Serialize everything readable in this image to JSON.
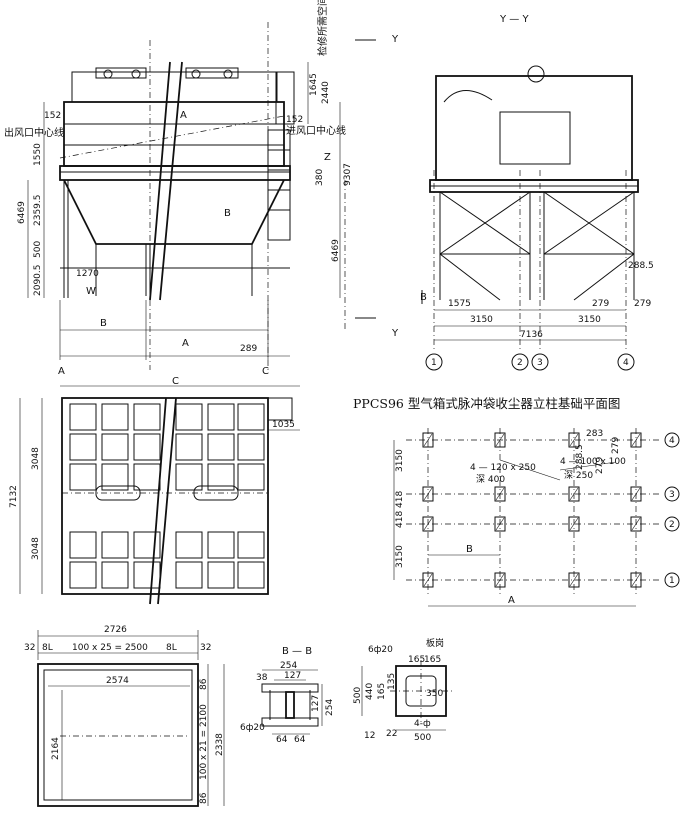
{
  "title": "PPCS96 型气箱式脉冲袋收尘器立柱基础平面图",
  "front_view": {
    "notes": [
      "检修所需空间",
      "出风口中心线",
      "进风口中心线"
    ],
    "dims": [
      "1645",
      "2440",
      "152",
      "152",
      "1550",
      "2359.5",
      "6469",
      "500",
      "2090.5",
      "1270",
      "380",
      "9307",
      "6469",
      "289"
    ],
    "letters": [
      "Y",
      "Y",
      "A",
      "Z",
      "B",
      "W",
      "B",
      "A",
      "A",
      "C"
    ]
  },
  "section_yy": {
    "title": "Y — Y",
    "dims": [
      "288.5",
      "1575",
      "279",
      "279",
      "3150",
      "3150",
      "7136"
    ],
    "axis_labels": [
      "1",
      "2",
      "3",
      "4"
    ],
    "cut_mark": "B"
  },
  "plan_view": {
    "dims": [
      "3048",
      "7132",
      "3048",
      "1035"
    ],
    "letter": "C"
  },
  "foundation_plan": {
    "dims": [
      "3150",
      "418",
      "418",
      "3150",
      "283",
      "279",
      "288.5",
      "279"
    ],
    "notes": [
      "4 — 120 x 250",
      "深 400",
      "4 — 100 x 100",
      "深 250"
    ],
    "letters": [
      "B",
      "A"
    ],
    "axis_labels": [
      "4",
      "3",
      "2",
      "1"
    ]
  },
  "frame_detail": {
    "dims": [
      "2726",
      "32",
      "8L",
      "100 x 25 = 2500",
      "8L",
      "32",
      "2574",
      "86",
      "2164",
      "100 x 21 = 2100",
      "2338",
      "86"
    ]
  },
  "section_bb": {
    "title": "B — B",
    "dims": [
      "254",
      "127",
      "38",
      "127",
      "254",
      "6ф20",
      "64",
      "64"
    ]
  },
  "plate_detail": {
    "title": "板岗",
    "dims": [
      "6ф20",
      "165",
      "165",
      "500",
      "440",
      "165",
      "135",
      "350",
      "4-ф",
      "500",
      "12",
      "22"
    ]
  }
}
